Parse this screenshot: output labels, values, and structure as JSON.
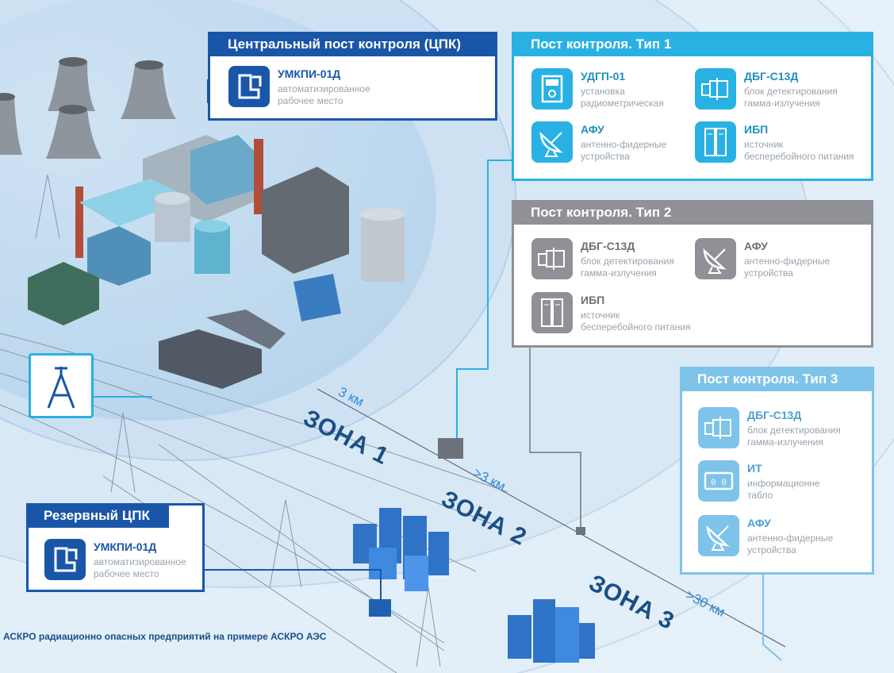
{
  "colors": {
    "dark_blue": "#1a56a8",
    "cyan": "#29b1e3",
    "gray": "#8f9196",
    "light_blue": "#7ec3ea"
  },
  "central": {
    "title": "Центральный пост контроля (ЦПК)",
    "items": [
      {
        "icon": "workstation-icon",
        "title": "УМКПИ-01Д",
        "desc": [
          "автоматизированное",
          "рабочее место"
        ]
      }
    ]
  },
  "type1": {
    "title": "Пост контроля. Тип 1",
    "items": [
      {
        "icon": "radiometer-icon",
        "title": "УДГП-01",
        "desc": [
          "установка",
          "радиометрическая"
        ]
      },
      {
        "icon": "detector-icon",
        "title": "ДБГ-С13Д",
        "desc": [
          "блок детектирования",
          "гамма-излучения"
        ]
      },
      {
        "icon": "antenna-dish-icon",
        "title": "АФУ",
        "desc": [
          "антенно-фидерные",
          "устройства"
        ]
      },
      {
        "icon": "ups-icon",
        "title": "ИБП",
        "desc": [
          "источник",
          "бесперебойного питания"
        ]
      }
    ]
  },
  "type2": {
    "title": "Пост контроля. Тип 2",
    "items": [
      {
        "icon": "detector-icon",
        "title": "ДБГ-С13Д",
        "desc": [
          "блок детектирования",
          "гамма-излучения"
        ]
      },
      {
        "icon": "antenna-dish-icon",
        "title": "АФУ",
        "desc": [
          "антенно-фидерные",
          "устройства"
        ]
      },
      {
        "icon": "ups-icon",
        "title": "ИБП",
        "desc": [
          "источник",
          "бесперебойного питания"
        ]
      }
    ]
  },
  "type3": {
    "title": "Пост контроля. Тип 3",
    "items": [
      {
        "icon": "detector-icon",
        "title": "ДБГ-С13Д",
        "desc": [
          "блок детектирования",
          "гамма-излучения"
        ]
      },
      {
        "icon": "display-board-icon",
        "title": "ИТ",
        "desc": [
          "информационне",
          "табло"
        ]
      },
      {
        "icon": "antenna-dish-icon",
        "title": "АФУ",
        "desc": [
          "антенно-фидерные",
          "устройства"
        ]
      }
    ]
  },
  "reserve": {
    "title": "Резервный ЦПК",
    "items": [
      {
        "icon": "workstation-icon",
        "title": "УМКПИ-01Д",
        "desc": [
          "автоматизированное",
          "рабочее место"
        ]
      }
    ]
  },
  "zones": [
    {
      "label": "ЗОНА 1",
      "distance": "3 км"
    },
    {
      "label": "ЗОНА 2",
      "distance": ">3 км"
    },
    {
      "label": "ЗОНА 3",
      "distance": ">30 км"
    }
  ],
  "caption": "АСКРО радиационно опасных предприятий на примере АСКРО АЭС"
}
